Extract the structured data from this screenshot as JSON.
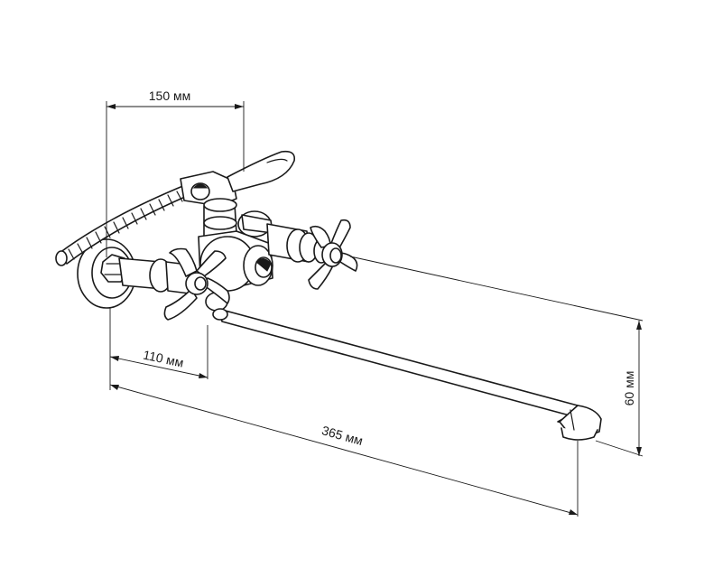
{
  "dimensions": {
    "top_width": "150 мм",
    "center_distance": "110 мм",
    "total_length": "365 мм",
    "spout_height": "60 мм"
  }
}
